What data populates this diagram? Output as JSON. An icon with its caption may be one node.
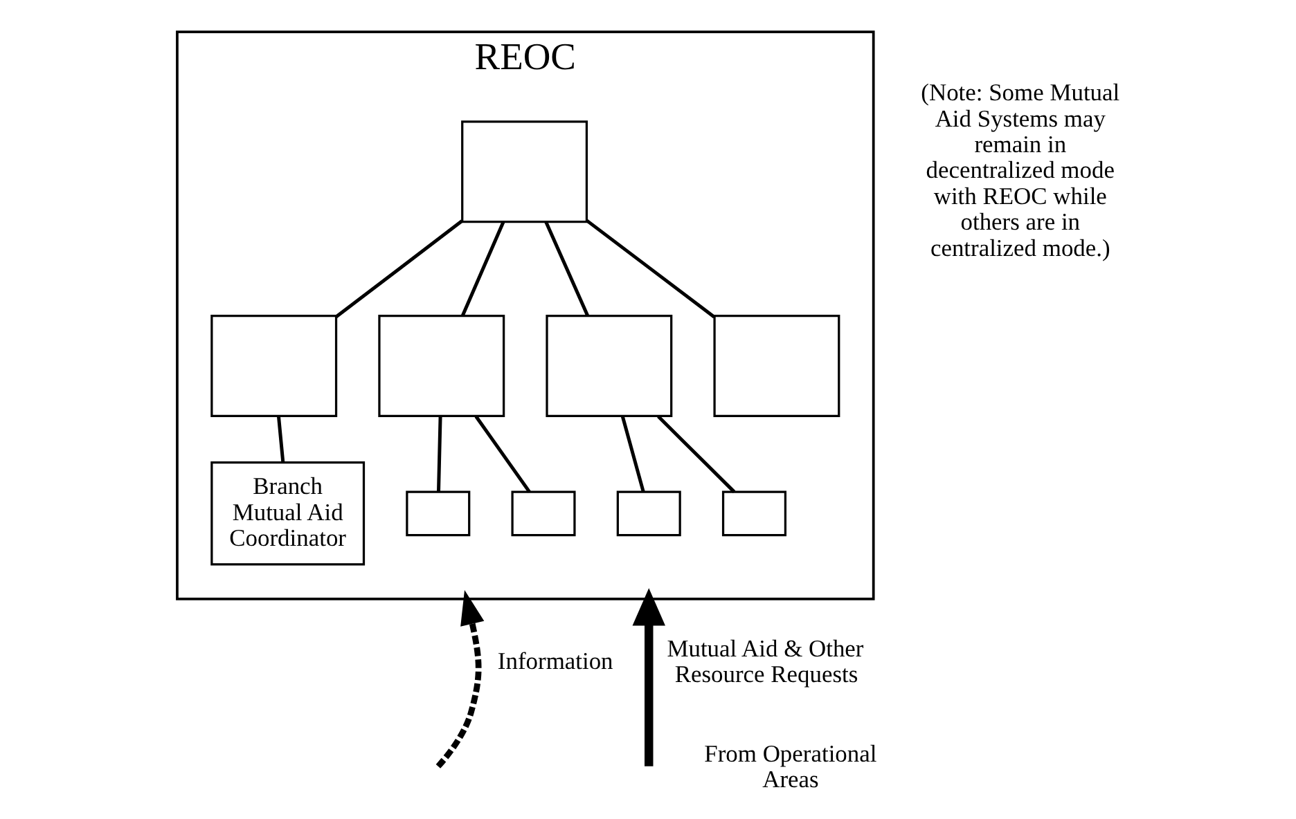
{
  "diagram": {
    "nodes": [
      {
        "text": [
          "REOC"
        ]
      },
      {
        "text": [],
        "shape": "box",
        "in": 0
      },
      {
        "text": [],
        "shape": "box",
        "in": 0
      },
      {
        "text": [],
        "shape": "box",
        "in": 0
      },
      {
        "text": [],
        "shape": "box",
        "in": 0
      },
      {
        "text": [],
        "shape": "box",
        "in": 0
      },
      {
        "text": [
          "Branch Mutual Aid Coordinator"
        ],
        "in": 0
      },
      {
        "text": [],
        "shape": "box",
        "in": 0
      },
      {
        "text": [],
        "shape": "box",
        "in": 0
      },
      {
        "text": [],
        "shape": "box",
        "in": 0
      },
      {
        "text": [],
        "shape": "box",
        "in": 0
      }
    ],
    "edges": [
      {
        "from": 1,
        "to": 2,
        "arrow": "none"
      },
      {
        "from": 1,
        "to": 3,
        "arrow": "none"
      },
      {
        "from": 1,
        "to": 4,
        "arrow": "none"
      },
      {
        "from": 1,
        "to": 5,
        "arrow": "none"
      },
      {
        "from": 2,
        "to": 6,
        "arrow": "none"
      },
      {
        "from": 3,
        "to": 7,
        "arrow": "none"
      },
      {
        "from": 3,
        "to": 8,
        "arrow": "none"
      },
      {
        "from": 4,
        "to": 9,
        "arrow": "none"
      },
      {
        "from": 4,
        "to": 10,
        "arrow": "none"
      },
      {
        "from": null,
        "to": 0,
        "arrow": "to",
        "style": "dashed",
        "label": "Information"
      },
      {
        "from": null,
        "to": 0,
        "arrow": "to",
        "style": "thick",
        "label": "Mutual Aid & Other Resource Requests"
      }
    ],
    "labels": [
      "(Note: Some Mutual Aid Systems may remain in decentralized mode with REOC while others are in centralized mode.)",
      "From Operational Areas"
    ]
  }
}
